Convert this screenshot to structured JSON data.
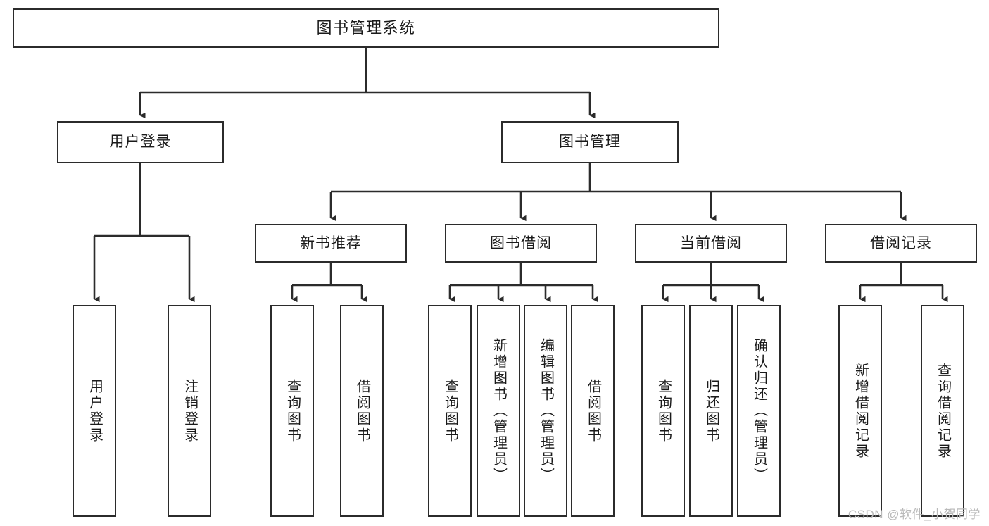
{
  "diagram": {
    "title": "图书管理系统",
    "type": "tree",
    "root": {
      "label": "图书管理系统"
    },
    "level1": [
      {
        "label": "用户登录"
      },
      {
        "label": "图书管理"
      }
    ],
    "level2": [
      {
        "label": "新书推荐",
        "parent": "图书管理"
      },
      {
        "label": "图书借阅",
        "parent": "图书管理"
      },
      {
        "label": "当前借阅",
        "parent": "图书管理"
      },
      {
        "label": "借阅记录",
        "parent": "图书管理"
      }
    ],
    "leaves": [
      {
        "label": "用户登录",
        "parent": "用户登录"
      },
      {
        "label": "注销登录",
        "parent": "用户登录"
      },
      {
        "label": "查询图书",
        "parent": "新书推荐"
      },
      {
        "label": "借阅图书",
        "parent": "新书推荐"
      },
      {
        "label": "查询图书",
        "parent": "图书借阅"
      },
      {
        "label": "新增图书（管理员）",
        "parent": "图书借阅"
      },
      {
        "label": "编辑图书（管理员）",
        "parent": "图书借阅"
      },
      {
        "label": "借阅图书",
        "parent": "图书借阅"
      },
      {
        "label": "查询图书",
        "parent": "当前借阅"
      },
      {
        "label": "归还图书",
        "parent": "当前借阅"
      },
      {
        "label": "确认归还（管理员）",
        "parent": "当前借阅"
      },
      {
        "label": "新增借阅记录",
        "parent": "借阅记录"
      },
      {
        "label": "查询借阅记录",
        "parent": "借阅记录"
      }
    ]
  },
  "watermark": {
    "text": "CSDN @软件_小贺同学"
  },
  "colors": {
    "stroke": "#2b2b2b",
    "background": "#ffffff",
    "text": "#1a1a1a",
    "watermark": "#b9b9b9"
  }
}
